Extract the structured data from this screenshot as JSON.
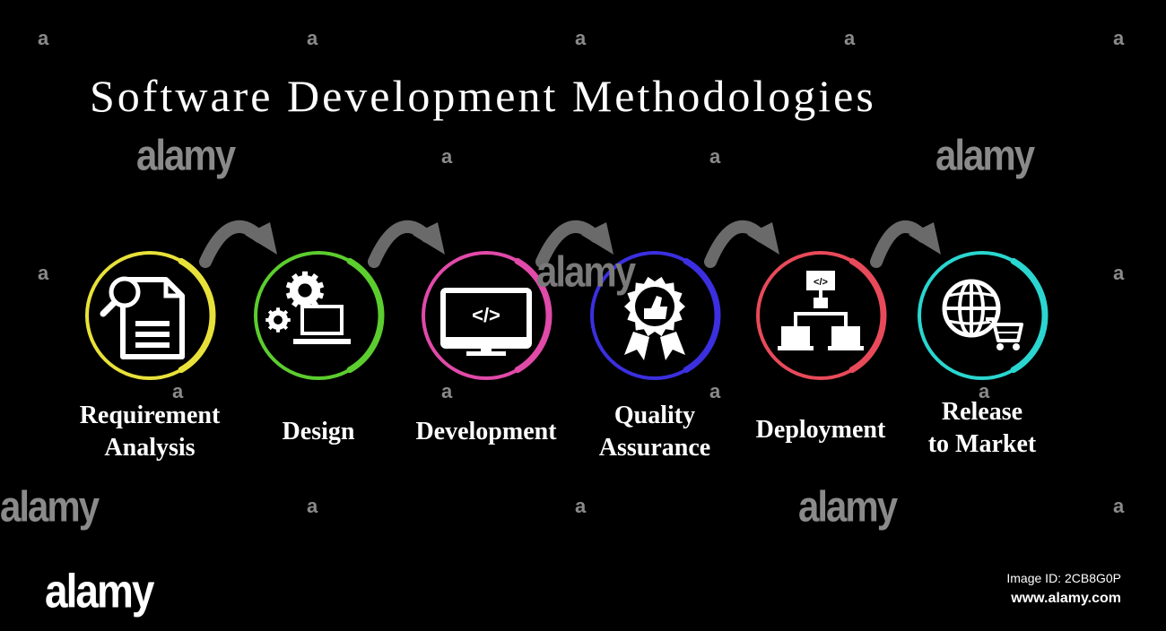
{
  "title": "Software Development Methodologies",
  "steps": [
    {
      "lines": [
        "Requirement",
        "Analysis"
      ],
      "icon": "document-search-icon",
      "color": "#e8e13a"
    },
    {
      "lines": [
        "Design"
      ],
      "icon": "gears-laptop-icon",
      "color": "#5ccd2e"
    },
    {
      "lines": [
        "Development"
      ],
      "icon": "code-monitor-icon",
      "color": "#e04aa8"
    },
    {
      "lines": [
        "Quality",
        "Assurance"
      ],
      "icon": "quality-badge-icon",
      "color": "#3b2fe0"
    },
    {
      "lines": [
        "Deployment"
      ],
      "icon": "network-deployment-icon",
      "color": "#e84a5a"
    },
    {
      "lines": [
        "Release",
        "to Market"
      ],
      "icon": "globe-cart-icon",
      "color": "#2ad6cf"
    }
  ],
  "arrow_color": "#6a6a6a",
  "watermark": {
    "brand": "alamy",
    "letter": "a",
    "image_id": "Image ID: 2CB8G0P",
    "url": "www.alamy.com"
  },
  "code_symbol": "</>"
}
